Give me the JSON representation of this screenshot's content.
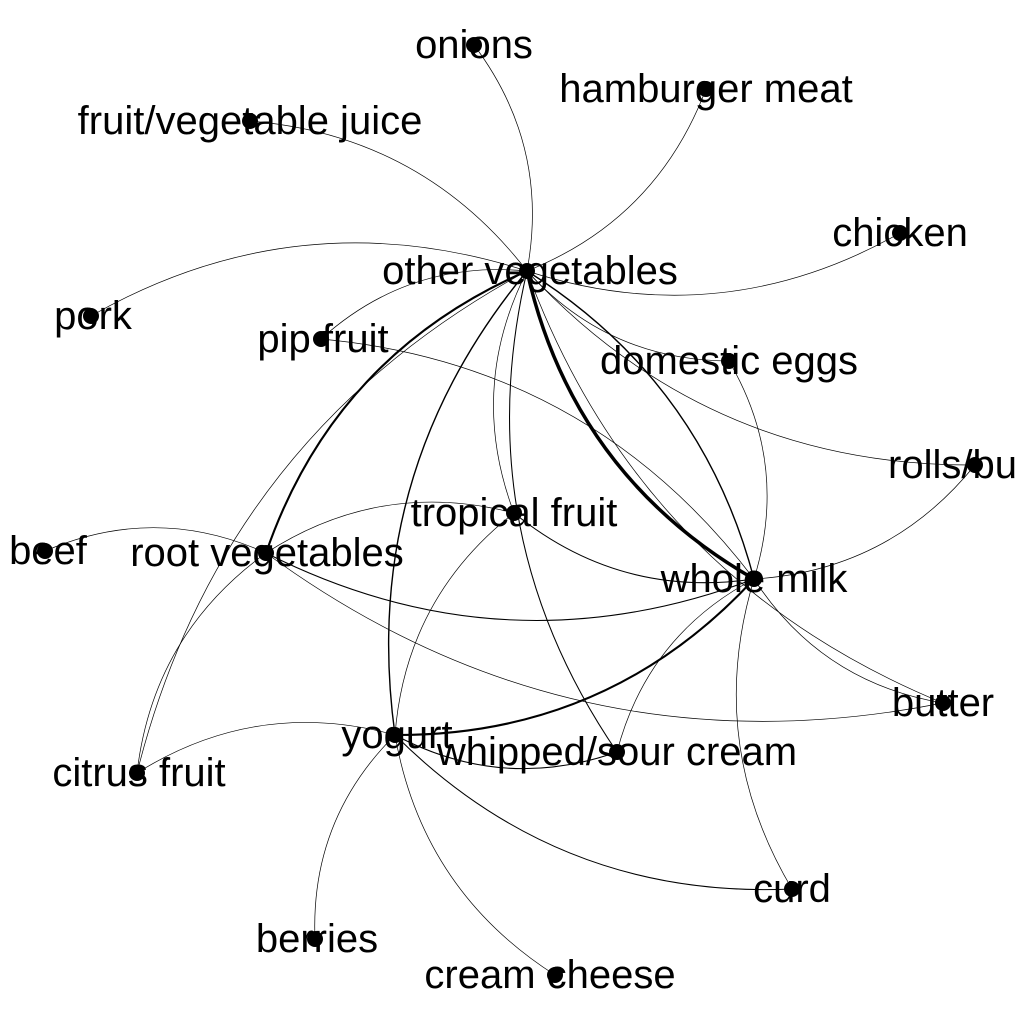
{
  "nodes": {
    "onions": "onions",
    "hamburger_meat": "hamburger meat",
    "fruit_vegetable_juice": "fruit/vegetable juice",
    "chicken": "chicken",
    "other_vegetables": "other vegetables",
    "pork": "pork",
    "pip_fruit": "pip fruit",
    "domestic_eggs": "domestic eggs",
    "rolls_buns": "rolls/bu",
    "tropical_fruit": "tropical fruit",
    "beef": "beef",
    "root_vegetables": "root vegetables",
    "whole_milk": "whole milk",
    "butter": "butter",
    "yogurt": "yogurt",
    "whipped_sour_cream": "whipped/sour cream",
    "citrus_fruit": "citrus fruit",
    "curd": "curd",
    "berries": "berries",
    "cream_cheese": "cream cheese"
  },
  "edges": [
    {
      "from": "other_vegetables",
      "to": "whole_milk",
      "weight": 5
    },
    {
      "from": "other_vegetables",
      "to": "root_vegetables",
      "weight": 3
    },
    {
      "from": "yogurt",
      "to": "whole_milk",
      "weight": 3
    },
    {
      "from": "other_vegetables",
      "to": "whole_milk",
      "weight": 2
    },
    {
      "from": "other_vegetables",
      "to": "yogurt",
      "weight": 2
    },
    {
      "from": "root_vegetables",
      "to": "whole_milk",
      "weight": 1.5
    },
    {
      "from": "tropical_fruit",
      "to": "whole_milk",
      "weight": 1.5
    },
    {
      "from": "other_vegetables",
      "to": "whipped_sour_cream",
      "weight": 1.5
    },
    {
      "from": "yogurt",
      "to": "curd",
      "weight": 1.5
    },
    {
      "from": "yogurt",
      "to": "whipped_sour_cream",
      "weight": 1.5
    },
    {
      "from": "other_vegetables",
      "to": "tropical_fruit",
      "weight": 1
    },
    {
      "from": "tropical_fruit",
      "to": "yogurt",
      "weight": 1
    },
    {
      "from": "tropical_fruit",
      "to": "root_vegetables",
      "weight": 1
    },
    {
      "from": "other_vegetables",
      "to": "onions",
      "weight": 1
    },
    {
      "from": "other_vegetables",
      "to": "hamburger_meat",
      "weight": 1
    },
    {
      "from": "other_vegetables",
      "to": "fruit_vegetable_juice",
      "weight": 1
    },
    {
      "from": "other_vegetables",
      "to": "chicken",
      "weight": 1
    },
    {
      "from": "other_vegetables",
      "to": "pork",
      "weight": 1
    },
    {
      "from": "other_vegetables",
      "to": "pip_fruit",
      "weight": 1
    },
    {
      "from": "other_vegetables",
      "to": "domestic_eggs",
      "weight": 1
    },
    {
      "from": "other_vegetables",
      "to": "rolls_buns",
      "weight": 1
    },
    {
      "from": "other_vegetables",
      "to": "butter",
      "weight": 1
    },
    {
      "from": "other_vegetables",
      "to": "citrus_fruit",
      "weight": 1
    },
    {
      "from": "whole_milk",
      "to": "domestic_eggs",
      "weight": 1
    },
    {
      "from": "whole_milk",
      "to": "rolls_buns",
      "weight": 1
    },
    {
      "from": "whole_milk",
      "to": "butter",
      "weight": 1
    },
    {
      "from": "whole_milk",
      "to": "curd",
      "weight": 1
    },
    {
      "from": "whole_milk",
      "to": "whipped_sour_cream",
      "weight": 1
    },
    {
      "from": "whole_milk",
      "to": "pip_fruit",
      "weight": 1
    },
    {
      "from": "root_vegetables",
      "to": "beef",
      "weight": 1
    },
    {
      "from": "root_vegetables",
      "to": "citrus_fruit",
      "weight": 1
    },
    {
      "from": "root_vegetables",
      "to": "butter",
      "weight": 1
    },
    {
      "from": "yogurt",
      "to": "citrus_fruit",
      "weight": 1
    },
    {
      "from": "yogurt",
      "to": "berries",
      "weight": 1
    },
    {
      "from": "yogurt",
      "to": "cream_cheese",
      "weight": 1
    }
  ]
}
